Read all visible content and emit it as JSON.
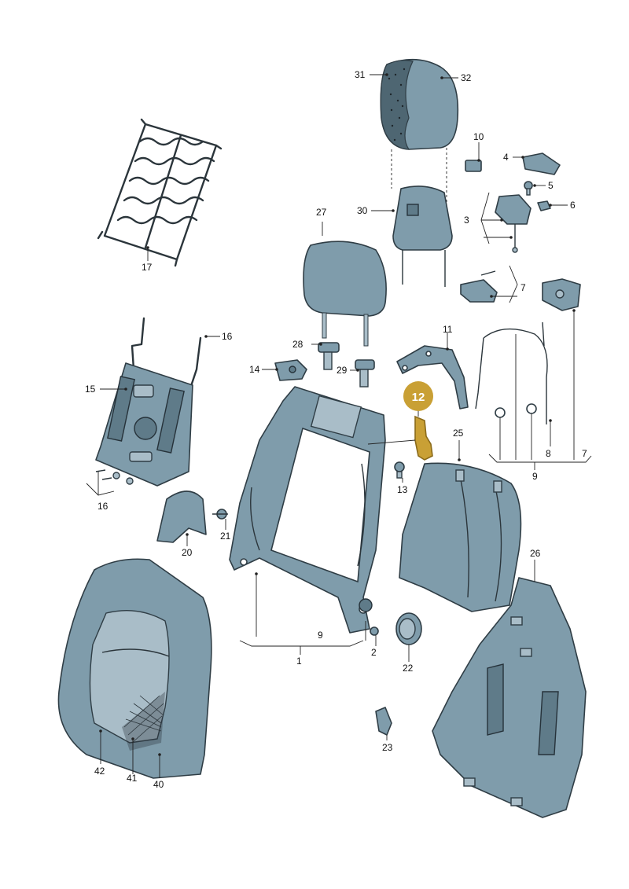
{
  "diagram": {
    "highlight_color": "#c9a035",
    "part_color": "#7f9cab",
    "highlighted_part": "12",
    "callouts": {
      "p1": "1",
      "p2": "2",
      "p3": "3",
      "p4": "4",
      "p5": "5",
      "p6": "6",
      "p7a": "7",
      "p7b": "7",
      "p8": "8",
      "p9a": "9",
      "p9b": "9",
      "p10": "10",
      "p11": "11",
      "p12": "12",
      "p13": "13",
      "p14": "14",
      "p15": "15",
      "p16a": "16",
      "p16b": "16",
      "p17": "17",
      "p20": "20",
      "p21": "21",
      "p22": "22",
      "p23": "23",
      "p25": "25",
      "p26": "26",
      "p27": "27",
      "p28": "28",
      "p29": "29",
      "p30": "30",
      "p31": "31",
      "p32": "32",
      "p40": "40",
      "p41": "41",
      "p42": "42"
    }
  }
}
